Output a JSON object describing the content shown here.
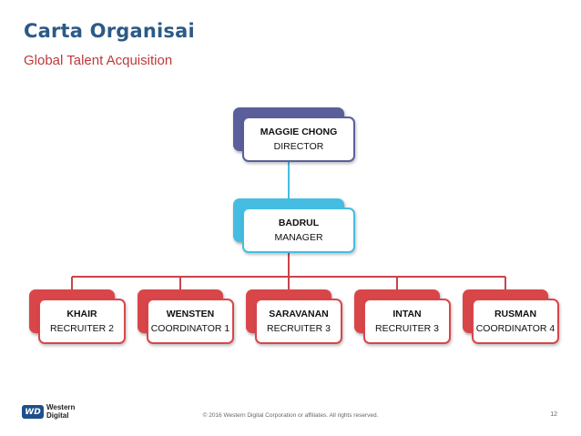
{
  "page": {
    "title": "Carta Organisai",
    "subtitle": "Global Talent Acquisition",
    "footer": "© 2016 Western Digital Corporation or affiliates. All rights reserved.",
    "page_number": "12"
  },
  "logo": {
    "mark": "WD",
    "line1": "Western",
    "line2": "Digital"
  },
  "colors": {
    "director": "#5a5f9c",
    "manager": "#45bde2",
    "staff": "#d9464a",
    "connector_top": "#45bde2",
    "connector_bottom": "#c94449"
  },
  "org": {
    "director": {
      "name": "MAGGIE CHONG",
      "role": "DIRECTOR"
    },
    "manager": {
      "name": "BADRUL",
      "role": "MANAGER"
    },
    "staff": [
      {
        "name": "KHAIR",
        "role": "RECRUITER 2"
      },
      {
        "name": "WENSTEN",
        "role": "COORDINATOR 1"
      },
      {
        "name": "SARAVANAN",
        "role": "RECRUITER 3"
      },
      {
        "name": "INTAN",
        "role": "RECRUITER 3"
      },
      {
        "name": "RUSMAN",
        "role": "COORDINATOR 4"
      }
    ]
  }
}
